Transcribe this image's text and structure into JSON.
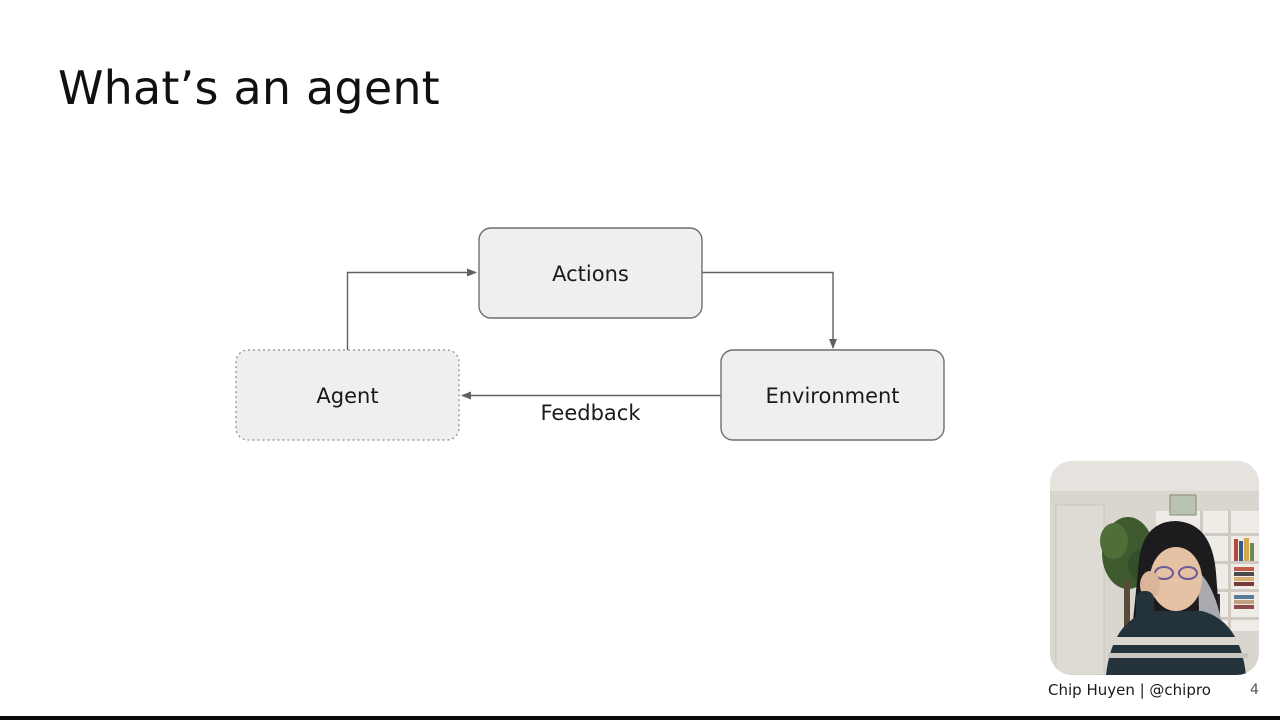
{
  "slide": {
    "title": "What’s an agent",
    "footer": "Chip Huyen | @chipro",
    "page_number": "4"
  },
  "diagram": {
    "nodes": [
      {
        "id": "actions",
        "label": "Actions",
        "style": "solid"
      },
      {
        "id": "environment",
        "label": "Environment",
        "style": "solid"
      },
      {
        "id": "agent",
        "label": "Agent",
        "style": "dotted"
      }
    ],
    "edges": [
      {
        "from": "agent",
        "to": "actions",
        "label": ""
      },
      {
        "from": "actions",
        "to": "environment",
        "label": ""
      },
      {
        "from": "environment",
        "to": "agent",
        "label": "Feedback"
      }
    ],
    "colors": {
      "node_fill": "#efefef",
      "node_border": "#6f6f6f",
      "arrow": "#606060"
    }
  },
  "webcam": {
    "description_icon": "presenter-video-icon"
  }
}
